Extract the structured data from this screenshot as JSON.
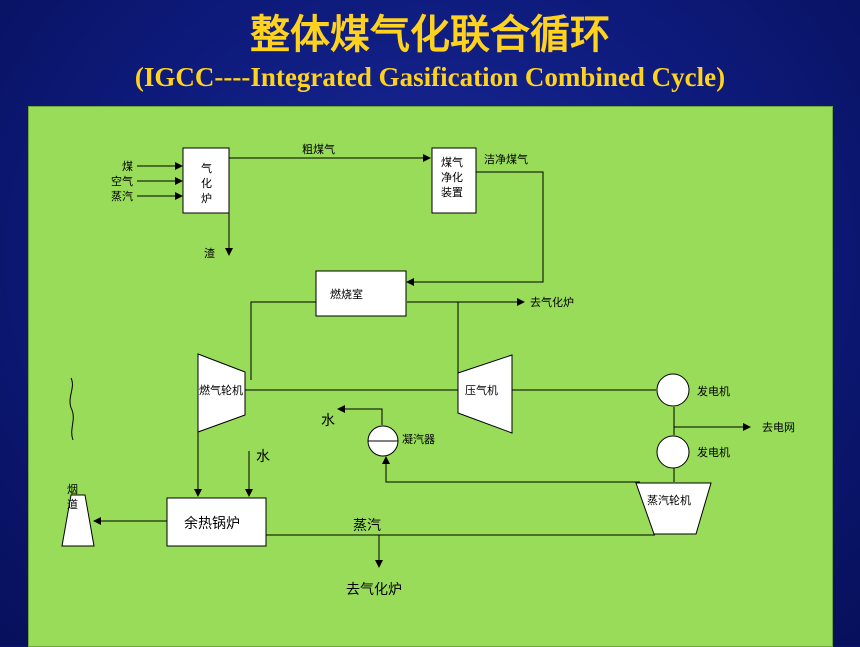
{
  "title": "整体煤气化联合循环",
  "subtitle": "(IGCC----Integrated Gasification Combined Cycle)",
  "diagram": {
    "inputs": [
      "煤",
      "空气",
      "蒸汽"
    ],
    "gasifier": [
      "气",
      "化",
      "炉"
    ],
    "slag": "渣",
    "raw_gas": "粗煤气",
    "cleanup": [
      "煤气",
      "净化",
      "装置"
    ],
    "clean_gas": "洁净煤气",
    "combustor": "燃烧室",
    "to_gasifier_air": "去气化炉",
    "gas_turbine": "燃气轮机",
    "compressor": "压气机",
    "generator1": "发电机",
    "generator2": "发电机",
    "to_grid": "去电网",
    "water1": "水",
    "condenser": "凝汽器",
    "water2": "水",
    "steam_turbine": "蒸汽轮机",
    "stack": [
      "烟",
      "道"
    ],
    "hrsg": "余热锅炉",
    "steam": "蒸汽",
    "to_gasifier_steam": "去气化炉"
  }
}
